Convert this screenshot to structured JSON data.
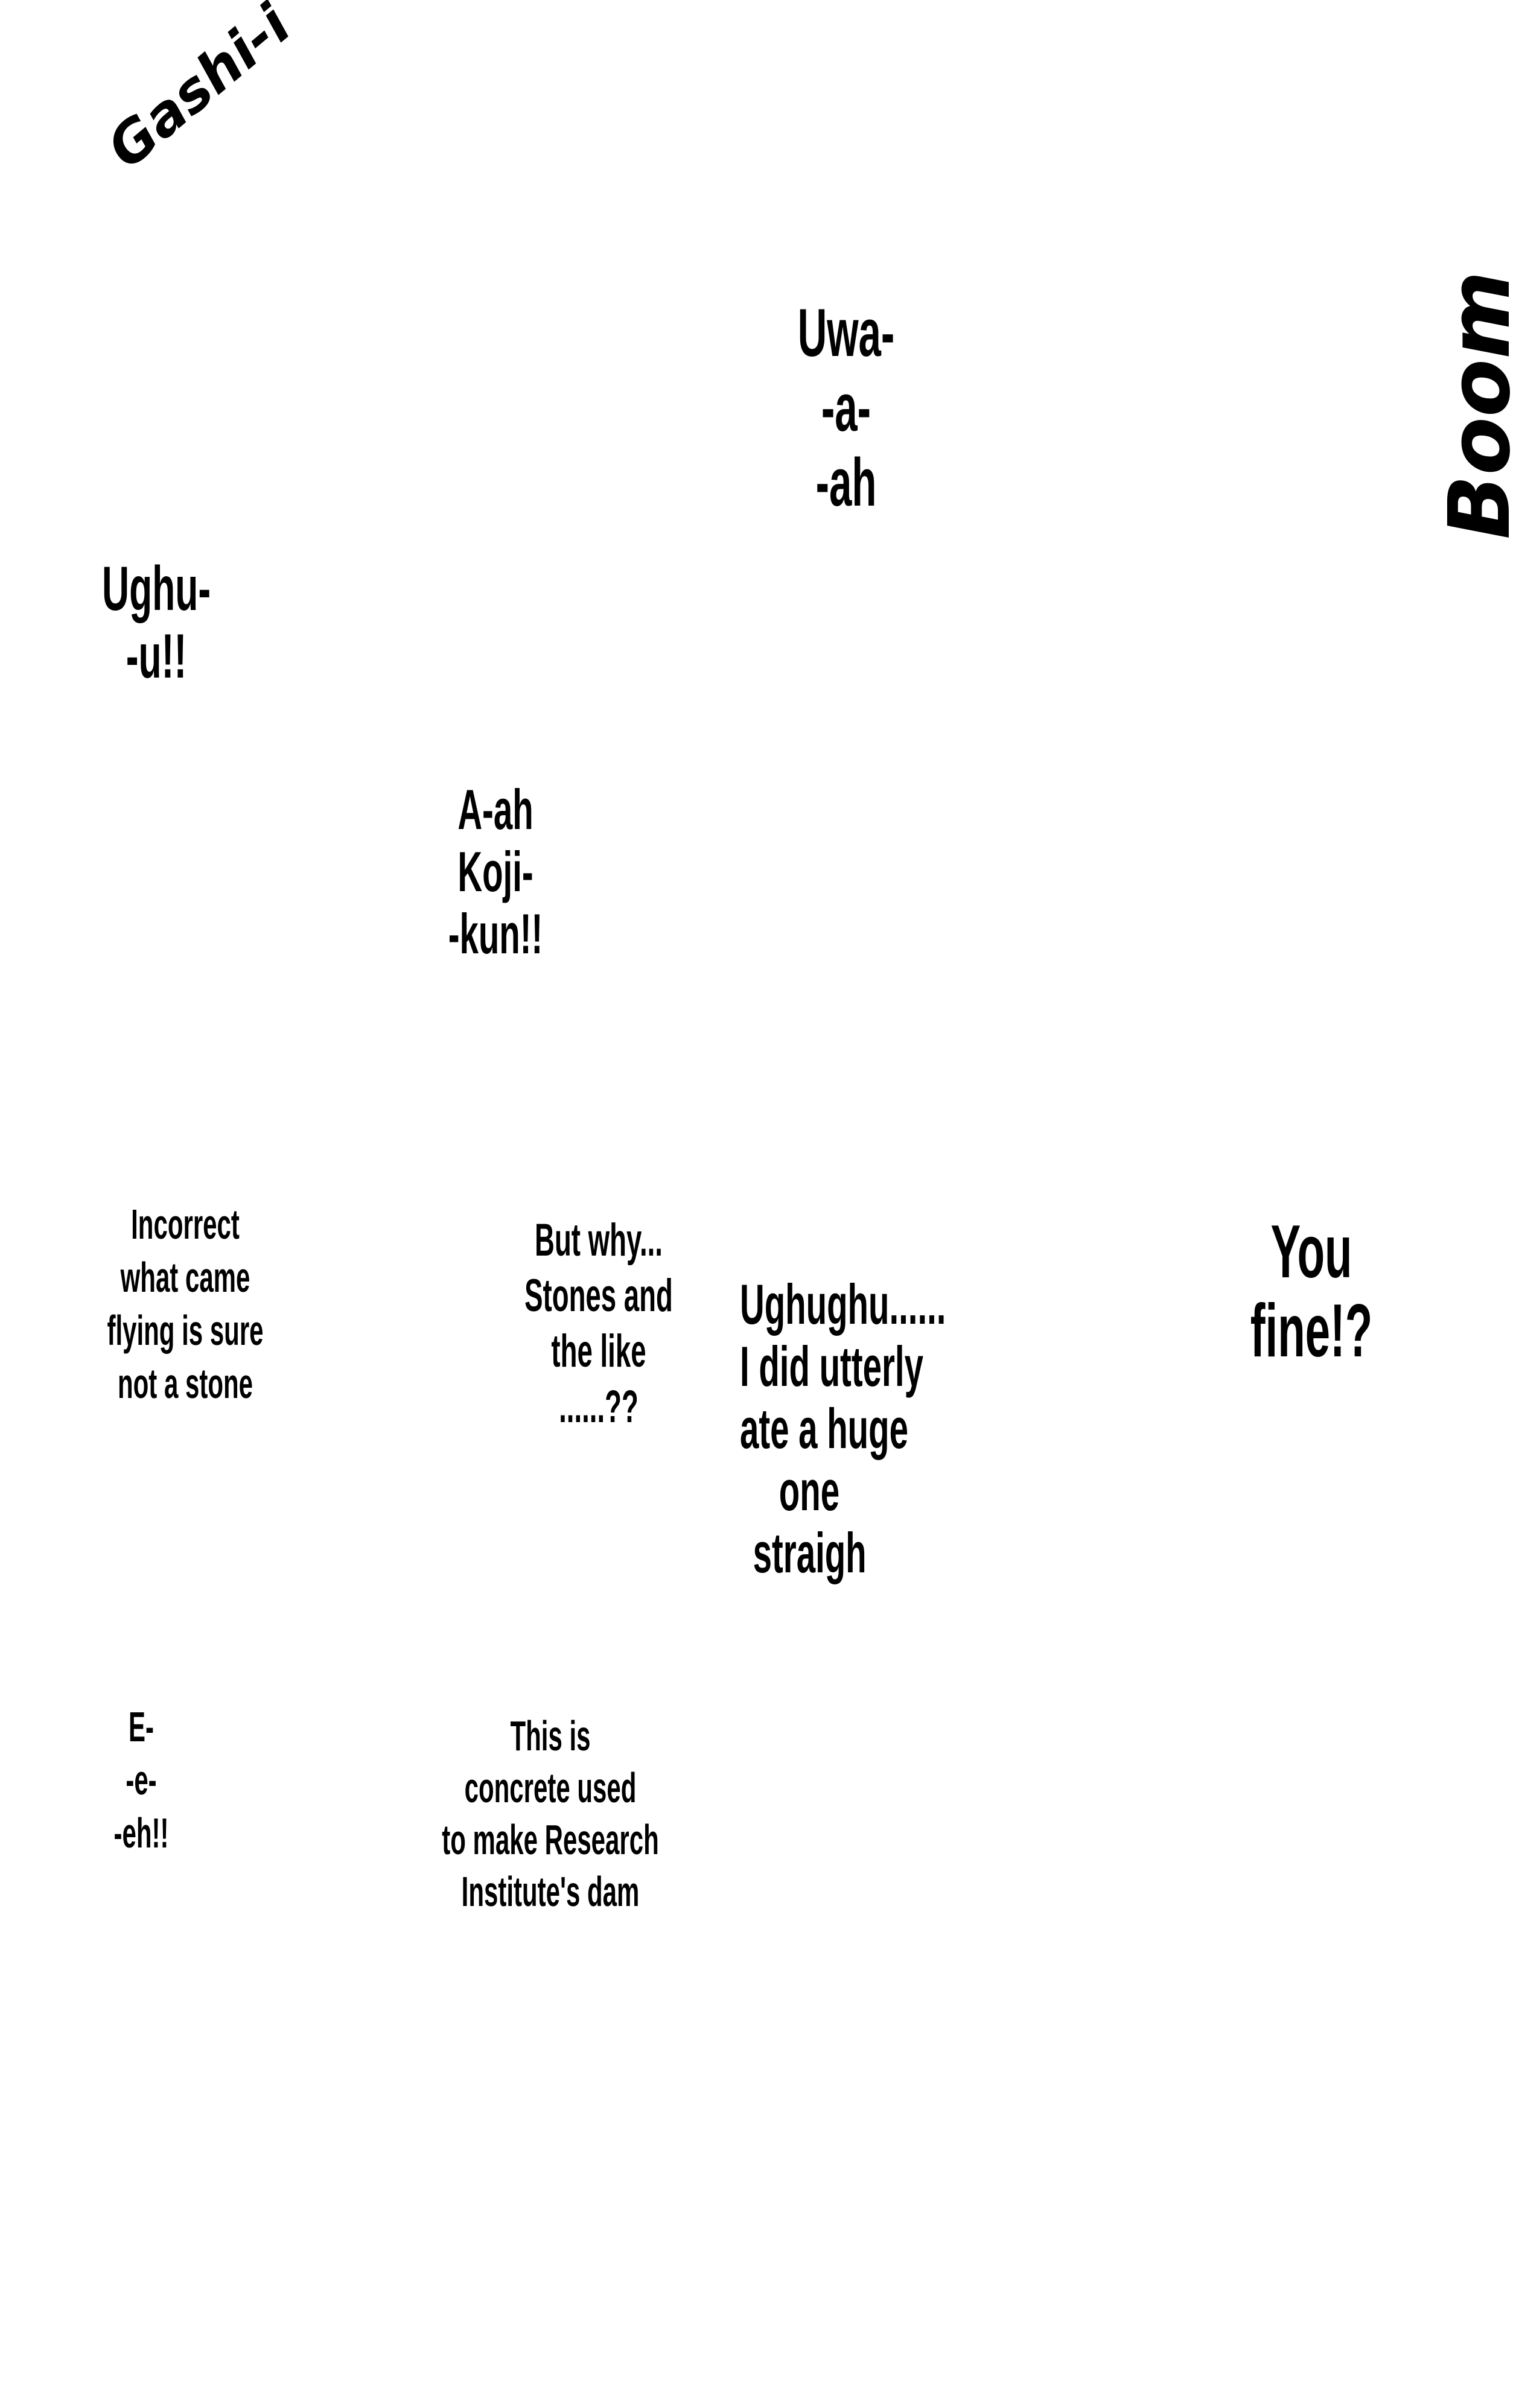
{
  "sfx": {
    "gashi": "Gashi-i",
    "boom": "Boom"
  },
  "bubbles": {
    "uwa": [
      "Uwa-",
      "-a-",
      "-ah"
    ],
    "ughu": [
      "Ughu-",
      "-u!!"
    ],
    "koji": [
      "A-ah",
      "Koji-",
      "-kun!!"
    ],
    "incorrect": [
      "Incorrect",
      "what came",
      "flying is sure",
      "not a stone"
    ],
    "butwhy": [
      "But why...",
      "Stones and",
      "the like",
      "......??"
    ],
    "ughughu": [
      "Ughughu......",
      "I did utterly",
      "ate a huge",
      "one",
      "straigh"
    ],
    "youfine": [
      "You",
      "fine!?"
    ],
    "eeeh": [
      "E-",
      "-e-",
      "-eh!!"
    ],
    "concrete": [
      "This is",
      "concrete used",
      "to make Research",
      "Institute's dam"
    ]
  }
}
